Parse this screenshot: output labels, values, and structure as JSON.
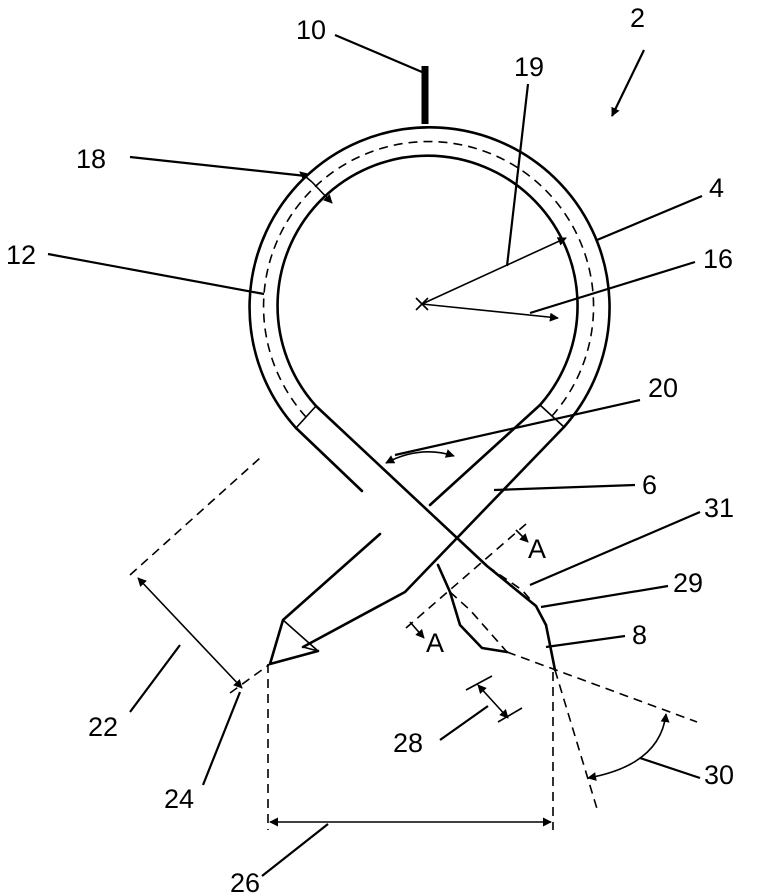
{
  "figure": {
    "labels": {
      "l2": "2",
      "l4": "4",
      "l6": "6",
      "l8": "8",
      "l10": "10",
      "l12": "12",
      "l16": "16",
      "l18": "18",
      "l19": "19",
      "l20": "20",
      "l22": "22",
      "l24": "24",
      "l26": "26",
      "l28": "28",
      "l29": "29",
      "l30": "30",
      "l31": "31",
      "section_a_top": "A",
      "section_a_bottom": "A"
    }
  }
}
